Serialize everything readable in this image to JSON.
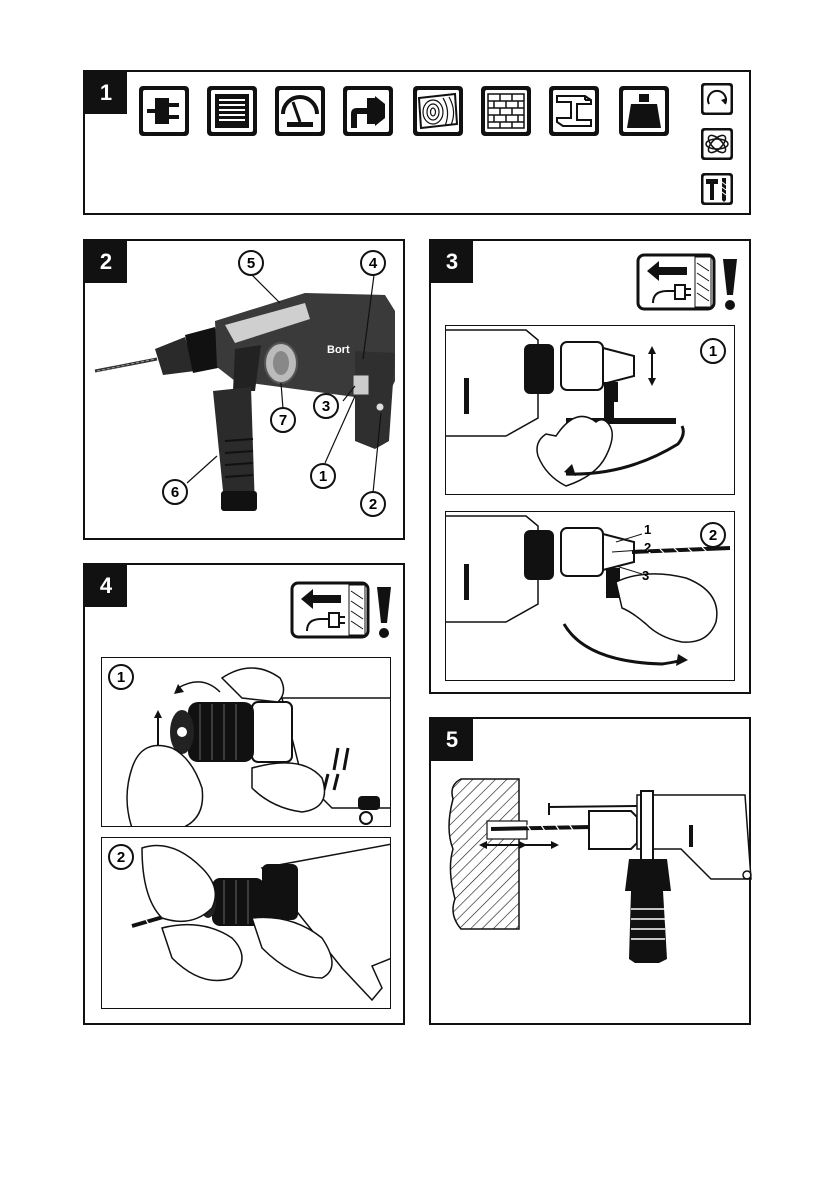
{
  "panel1": {
    "badge": "1",
    "icons": [
      "plug-icon",
      "motor-winding-icon",
      "speed-gauge-icon",
      "chuck-icon",
      "wood-icon",
      "brick-icon",
      "steel-beam-icon",
      "weight-icon"
    ],
    "side_icons": [
      "rotation-icon",
      "drilling-mode-icon",
      "hammer-drill-icon"
    ]
  },
  "panel2": {
    "badge": "2",
    "brand": "Bort",
    "callouts": [
      "5",
      "4",
      "3",
      "7",
      "1",
      "6",
      "2"
    ]
  },
  "panel3": {
    "badge": "3",
    "step1": "1",
    "step2": "2",
    "chuck_labels": [
      "1",
      "2",
      "3"
    ]
  },
  "panel4": {
    "badge": "4",
    "step1": "1",
    "step2": "2"
  },
  "panel5": {
    "badge": "5"
  }
}
